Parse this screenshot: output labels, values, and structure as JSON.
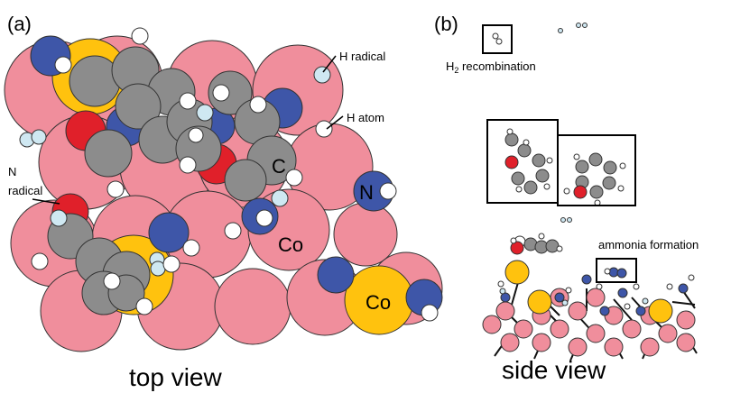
{
  "colors": {
    "cobalt": "#f08e9c",
    "cobalt_large": "#ffc20e",
    "carbon": "#8c8c8c",
    "nitrogen": "#3e56a8",
    "oxygen": "#e0202a",
    "hydrogen": "#ffffff",
    "hydrogen_radical": "#cfe8f2",
    "outline": "#333333"
  },
  "panels": {
    "a": {
      "label": "(a)",
      "view_caption": "top view",
      "annotations": {
        "h_radical": "H radical",
        "h_atom": "H atom",
        "n_radical_line1": "N",
        "n_radical_line2": "radical"
      },
      "element_labels": {
        "carbon": "C",
        "nitrogen": "N",
        "cobalt_1": "Co",
        "cobalt_2": "Co"
      }
    },
    "b": {
      "label": "(b)",
      "view_caption": "side view",
      "annotations": {
        "h2_recombination_prefix": "H",
        "h2_recombination_subscript": "2",
        "h2_recombination_suffix": " recombination",
        "ammonia_formation": "ammonia formation"
      }
    }
  }
}
